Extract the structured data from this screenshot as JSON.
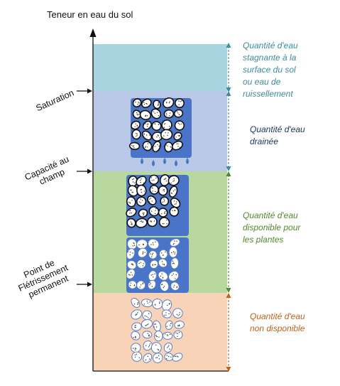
{
  "axis": {
    "label": "Teneur en eau du sol"
  },
  "levels": [
    {
      "id": "saturation",
      "lines": [
        "Saturation"
      ]
    },
    {
      "id": "capacite",
      "lines": [
        "Capacité au",
        "champ"
      ]
    },
    {
      "id": "fletrissement",
      "lines": [
        "Point de",
        "Flétrissement",
        "permanent"
      ]
    }
  ],
  "zones": [
    {
      "id": "ruissellement",
      "fill": "#a8d4e0",
      "text_color": "#3d8ba0",
      "lines": [
        "Quantité d'eau",
        "stagnante à la",
        "surface du sol",
        "ou eau de",
        "ruissellement"
      ]
    },
    {
      "id": "drainee",
      "fill": "#b9c8e6",
      "text_color": "#1f3864",
      "lines": [
        "Quantité d'eau",
        "drainée"
      ]
    },
    {
      "id": "disponible",
      "fill": "#b8d8a0",
      "text_color": "#4e8a2c",
      "lines": [
        "Quantité d'eau",
        "disponible pour",
        "les plantes"
      ]
    },
    {
      "id": "non_disponible",
      "fill": "#f8d3b8",
      "text_color": "#c0631a",
      "lines": [
        "Quantité d'eau",
        "non disponible"
      ]
    }
  ],
  "colors": {
    "axis": "#111111",
    "water": "#4a74c8",
    "aggregate": "#ffffff",
    "particle_border_dark": "#111111",
    "particle_border_blue": "#5a7fc4",
    "arrow_blue": "#3d8ba0",
    "arrow_green": "#4e8a2c",
    "arrow_orange": "#c0631a"
  }
}
